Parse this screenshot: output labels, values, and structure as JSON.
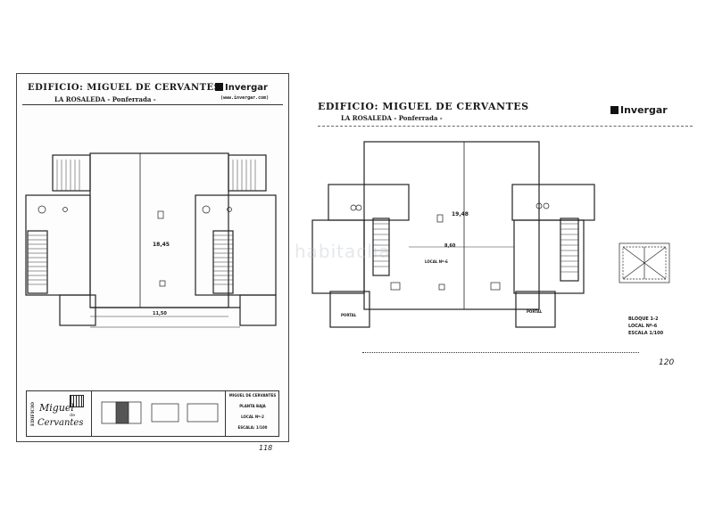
{
  "left_sheet": {
    "title": "EDIFICIO: MIGUEL DE CERVANTES",
    "subtitle": "LA ROSALEDA - Ponferrada -",
    "brand": "Invergar",
    "url": "(www.invergar.com)",
    "dim_vertical": "18,45",
    "dim_horizontal": "11,50",
    "logo_text_1": "EDIFICIO",
    "logo_text_2": "Miguel",
    "logo_text_3": "de",
    "logo_text_4": "Cervantes",
    "titleblock": {
      "name": "MIGUEL DE CERVANTES",
      "floor": "PLANTA BAJA",
      "unit": "LOCAL Nº-2",
      "scale": "ESCALA: 1/100"
    },
    "page_number": "118"
  },
  "right_sheet": {
    "title": "EDIFICIO: MIGUEL DE CERVANTES",
    "subtitle": "LA ROSALEDA - Ponferrada -",
    "brand": "Invergar",
    "dim_vertical": "19,48",
    "dim_horizontal": "8,60",
    "room_local": "LOCAL Nº-6",
    "room_portal_left": "PORTAL",
    "room_portal_right": "PORTAL",
    "label_bloque": "BLOQUE 1-2",
    "label_local": "LOCAL Nº-6",
    "label_escala": "ESCALA 1/100",
    "page_number": "120"
  },
  "watermark": "habitaclia"
}
